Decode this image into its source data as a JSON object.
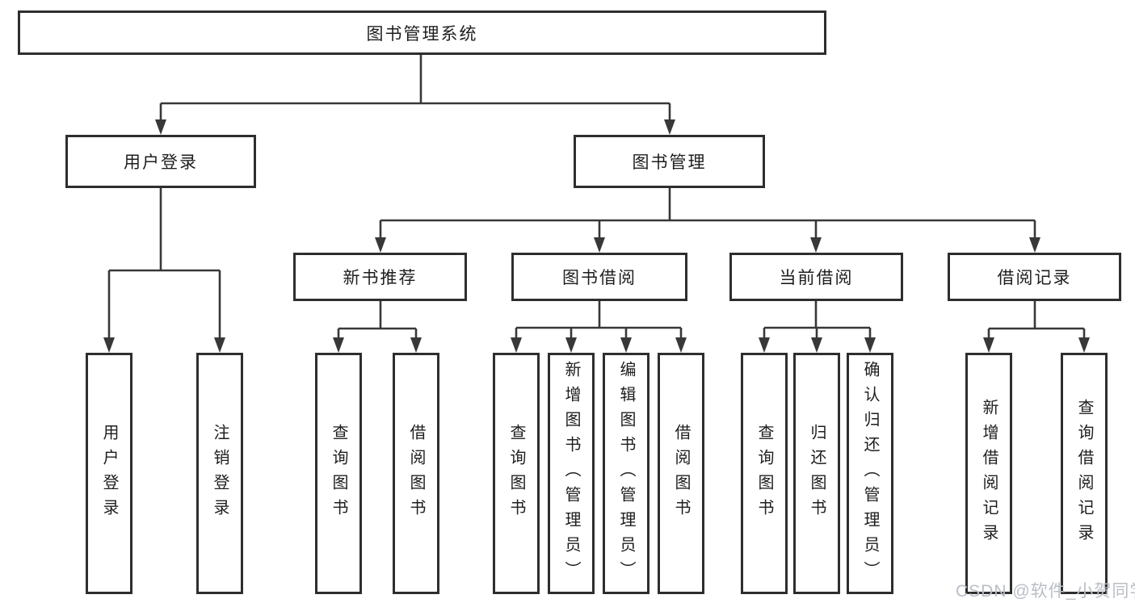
{
  "diagram": {
    "root": {
      "label": "图书管理系统"
    },
    "level2": {
      "user": {
        "label": "用户登录"
      },
      "book": {
        "label": "图书管理"
      }
    },
    "level3": {
      "recommend": {
        "label": "新书推荐"
      },
      "borrow": {
        "label": "图书借阅"
      },
      "current": {
        "label": "当前借阅"
      },
      "records": {
        "label": "借阅记录"
      }
    },
    "leaves": {
      "user": [
        "用户登录",
        "注销登录"
      ],
      "recommend": [
        "查询图书",
        "借阅图书"
      ],
      "borrow": [
        "查询图书",
        "新增图书（管理员）",
        "编辑图书（管理员）",
        "借阅图书"
      ],
      "current": [
        "查询图书",
        "归还图书",
        "确认归还（管理员）"
      ],
      "records": [
        "新增借阅记录",
        "查询借阅记录"
      ]
    },
    "line_color": "#383838",
    "border_color": "#2e2e2e"
  },
  "watermark": {
    "text": "CSDN @软件_小贺同学"
  }
}
